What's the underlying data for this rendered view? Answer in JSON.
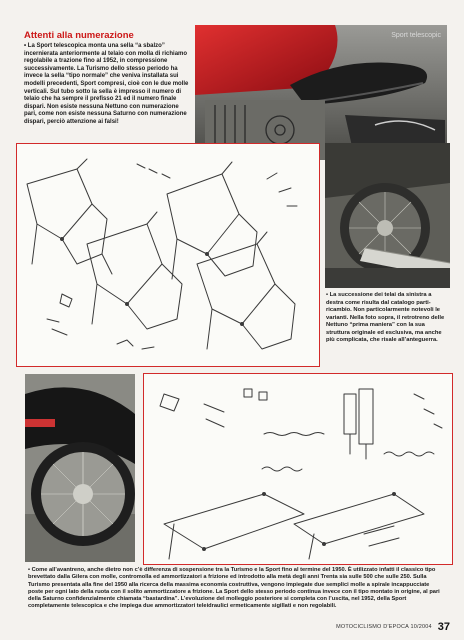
{
  "article": {
    "section_title": "Attenti alla numerazione",
    "body": "La Sport telescopica monta una sella “a sbalzo” incernierata anteriormente al telaio con molla di richiamo regolabile a trazione fino al 1952, in compressione successivamente. La Turismo dello stesso periodo ha invece la sella “tipo normale” che veniva installata sui modelli precedenti, Sport compresi, cioè con le due molle verticali. Sul tubo sotto la sella è impresso il numero di telaio che ha sempre il prefisso 21 ed il numero finale dispari. Non esiste nessuna Nettuno con numerazione pari, come non esiste nessuna Saturno con numerazione dispari, perciò attenzione ai falsi!"
  },
  "photo_top": {
    "ghost_text": "Sport telescopic"
  },
  "captions": {
    "frames": "La successione dei telai da sinistra a destra come risulta dal catalogo parti-ricambio. Non particolarmente notevoli le varianti. Nella foto sopra, il retrotreno delle Nettuno “prima maniera” con la sua struttura originale ed esclusiva, ma anche più complicata, che risale all’anteguerra.",
    "suspension": "Come all’avantreno, anche dietro non c’è differenza di sospensione tra la Turismo e la Sport fino al termine del 1950. È utilizzato infatti il classico tipo brevettato dalla Gilera con molle, contromolla ed ammortizzatori a frizione ed introdotto alla metà degli anni Trenta sia sulle 500 che sulle 250. Sulla Turismo presentata alla fine del 1950 alla ricerca della massima economia costruttiva, vengono impiegate due semplici molle a spirale incappucciate poste per ogni lato della ruota con il solito ammortizzatore a frizione. La Sport dello stesso periodo continua invece con il tipo montato in origine, al pari della Saturno confidenzialmente chiamata “bastardina”. L’evoluzione del molleggio posteriore si completa con l’uscita, nel 1952, della Sport completamente telescopica e che impiega due ammortizzatori teleidraulici ermeticamente sigillati e non regolabili."
  },
  "footer": {
    "magazine": "MOTOCICLISMO D’EPOCA 10/2004",
    "page_number": "37"
  },
  "colors": {
    "accent_red": "#cc1818",
    "frame_red": "#d22a2a",
    "tank_red": "#b8141b"
  }
}
